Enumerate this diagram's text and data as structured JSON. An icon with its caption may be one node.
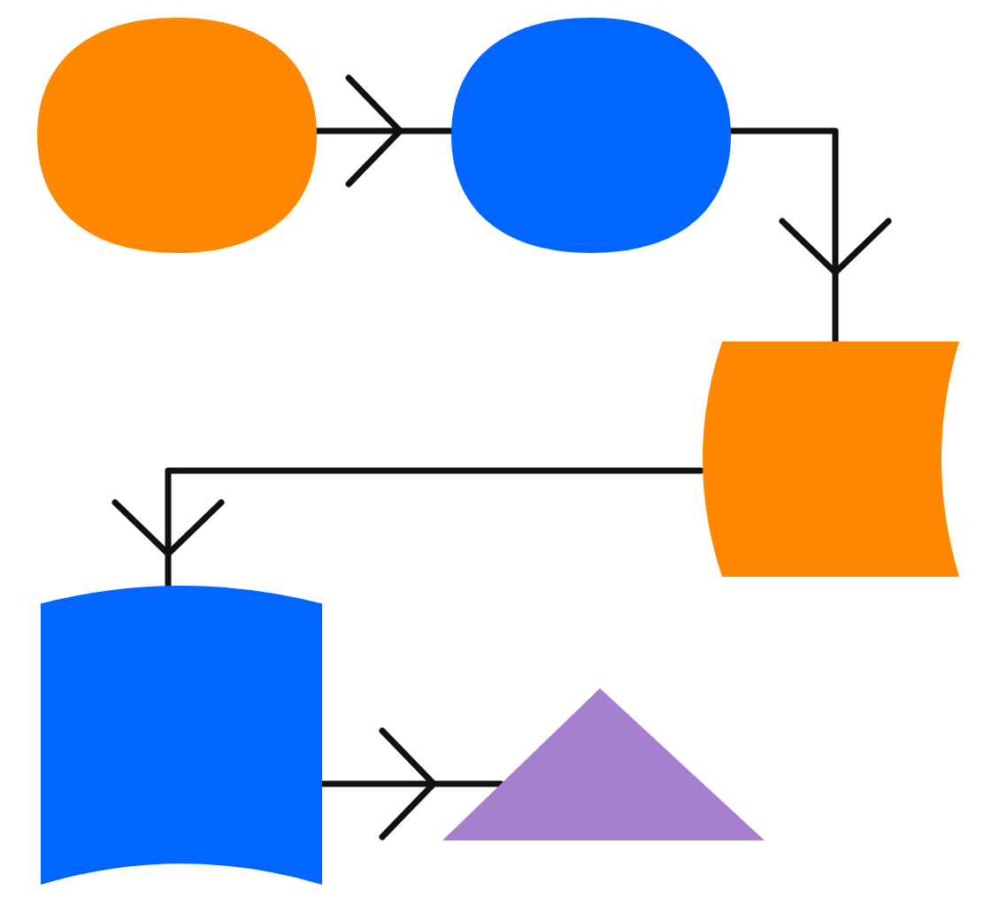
{
  "diagram": {
    "nodes": [
      {
        "text": [],
        "shape": "ellipse"
      },
      {
        "text": [],
        "shape": "ellipse"
      },
      {
        "text": [],
        "shape": "tape"
      },
      {
        "text": [],
        "shape": "tape"
      },
      {
        "text": [],
        "shape": "triangle"
      }
    ],
    "edges": [
      {
        "from": 0,
        "to": 1,
        "arrow": "to"
      },
      {
        "from": 1,
        "to": 2,
        "arrow": "to"
      },
      {
        "from": 2,
        "to": 3,
        "arrow": "to"
      },
      {
        "from": 3,
        "to": 4,
        "arrow": "to"
      }
    ]
  }
}
